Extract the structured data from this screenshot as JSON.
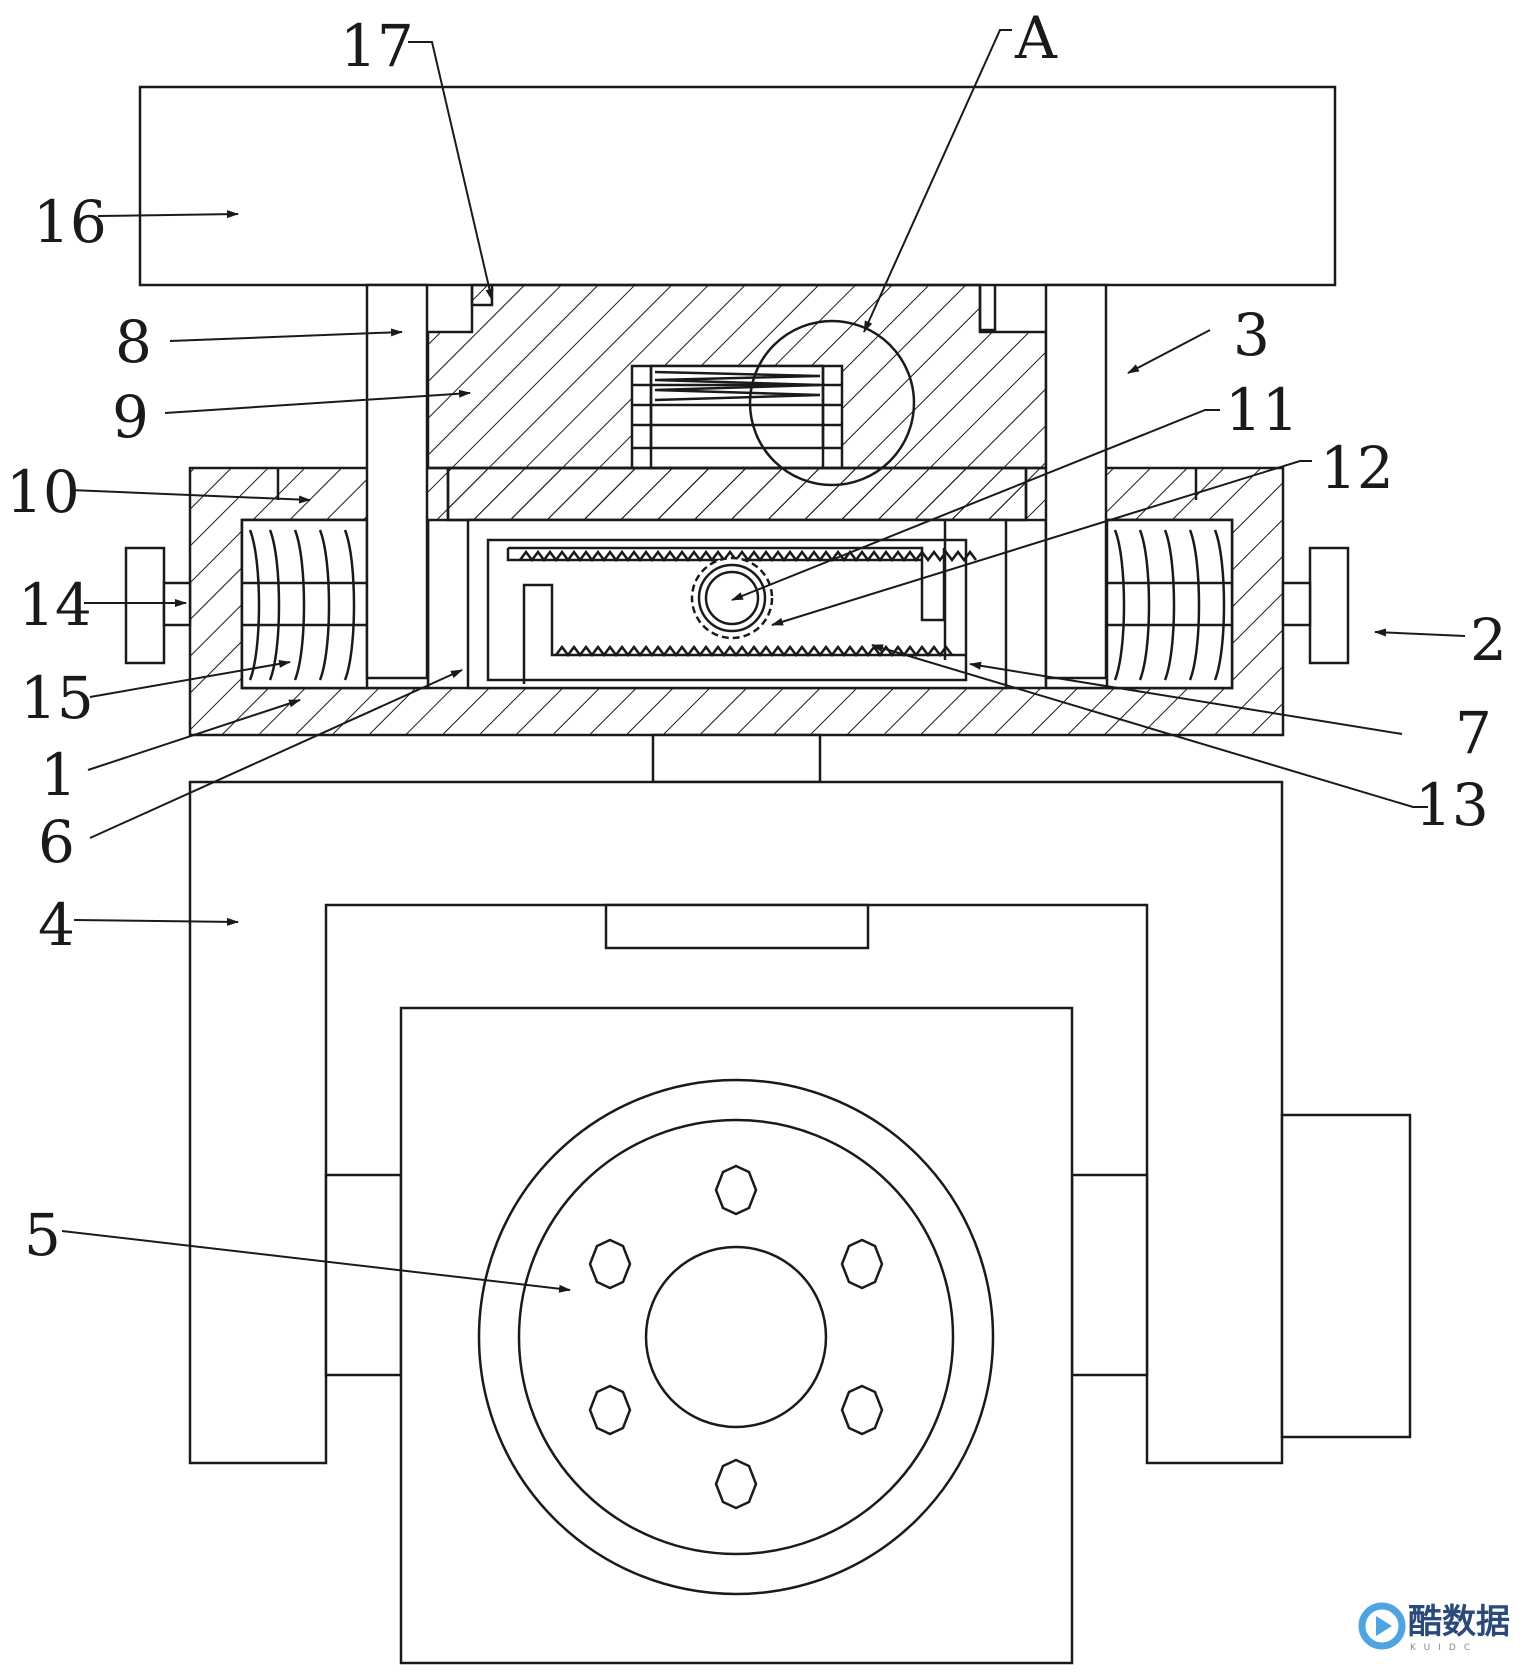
{
  "labels": {
    "l1": "1",
    "l2": "2",
    "l3": "3",
    "l4": "4",
    "l5": "5",
    "l6": "6",
    "l7": "7",
    "l8": "8",
    "l9": "9",
    "l10": "10",
    "l11": "11",
    "l12": "12",
    "l13": "13",
    "l14": "14",
    "l15": "15",
    "l16": "16",
    "l17": "17",
    "lA": "A"
  },
  "watermark": {
    "text": "酷数据",
    "sub": "KUIDC"
  },
  "colors": {
    "line": "#1a1a1a",
    "background": "#ffffff",
    "watermark": "#2b4a7a"
  }
}
